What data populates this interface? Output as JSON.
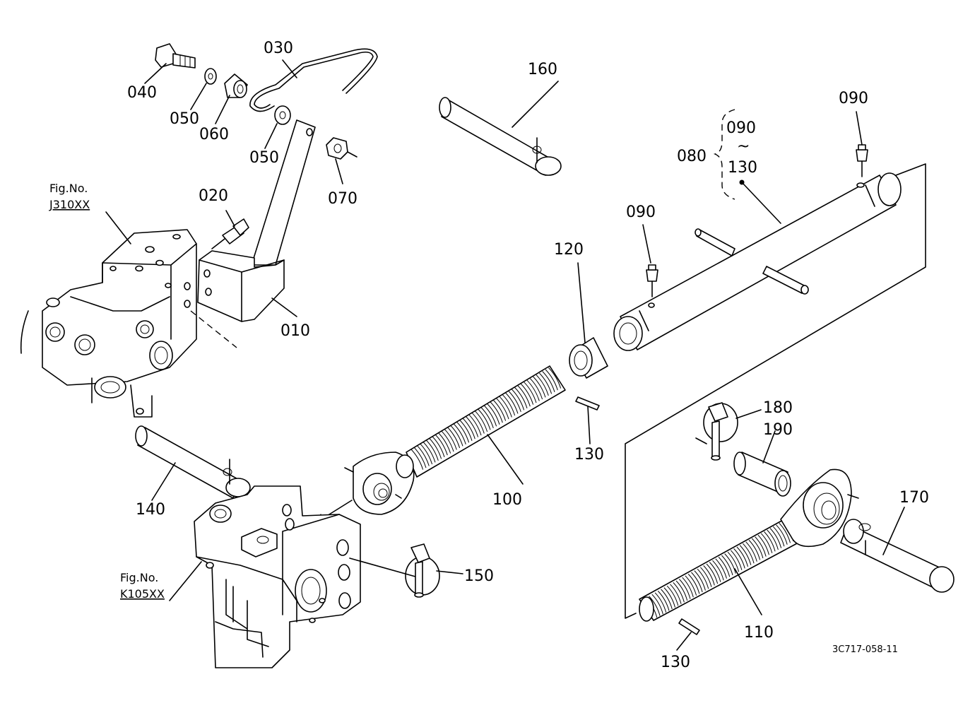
{
  "labels": {
    "p010": "010",
    "p020": "020",
    "p030": "030",
    "p040": "040",
    "p050a": "050",
    "p050b": "050",
    "p060": "060",
    "p070": "070",
    "p080": "080",
    "p090a": "090",
    "p090b": "090",
    "p090c": "090",
    "range_sep": "~",
    "p130a": "130",
    "p100": "100",
    "p110": "110",
    "p120": "120",
    "p130b": "130",
    "p130c": "130",
    "p140": "140",
    "p150": "150",
    "p160": "160",
    "p170": "170",
    "p180": "180",
    "p190": "190"
  },
  "references": {
    "fig_prefix_top": "Fig.No.",
    "fig_code_top": "J310XX",
    "fig_prefix_bottom": "Fig.No.",
    "fig_code_bottom": "K105XX"
  },
  "drawing_code": "3C717-058-11"
}
